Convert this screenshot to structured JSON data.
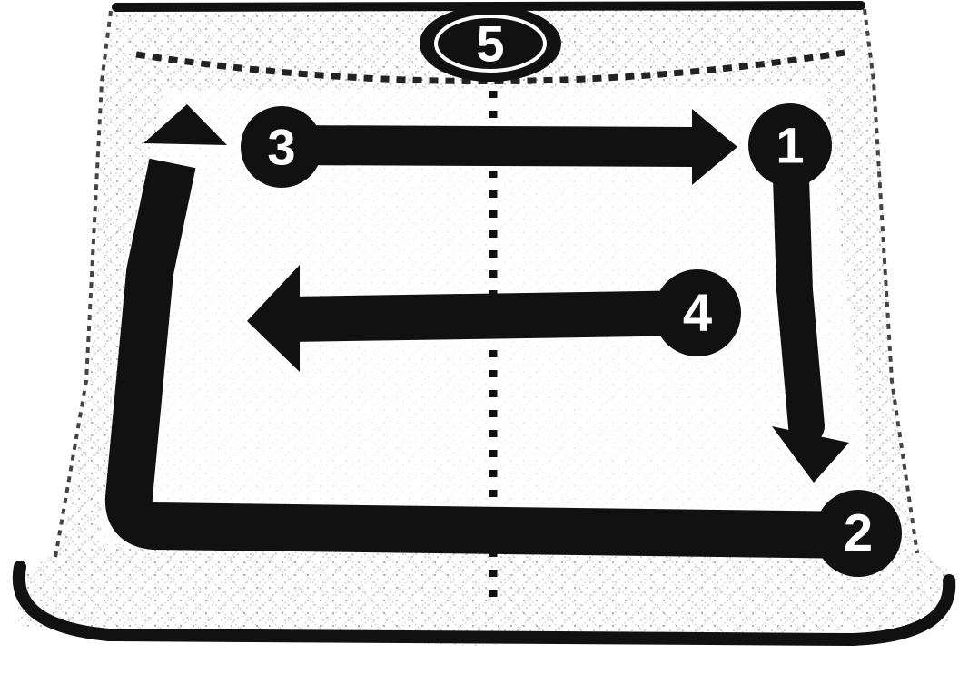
{
  "colors": {
    "ink": "#111111",
    "paper": "#ffffff",
    "net": "#9a9a9a",
    "badge_text": "#ffffff"
  },
  "steps": [
    {
      "number": "1",
      "direction": "down"
    },
    {
      "number": "2",
      "direction": "left-then-up"
    },
    {
      "number": "3",
      "direction": "right"
    },
    {
      "number": "4",
      "direction": "left"
    },
    {
      "number": "5",
      "direction": "none"
    }
  ]
}
